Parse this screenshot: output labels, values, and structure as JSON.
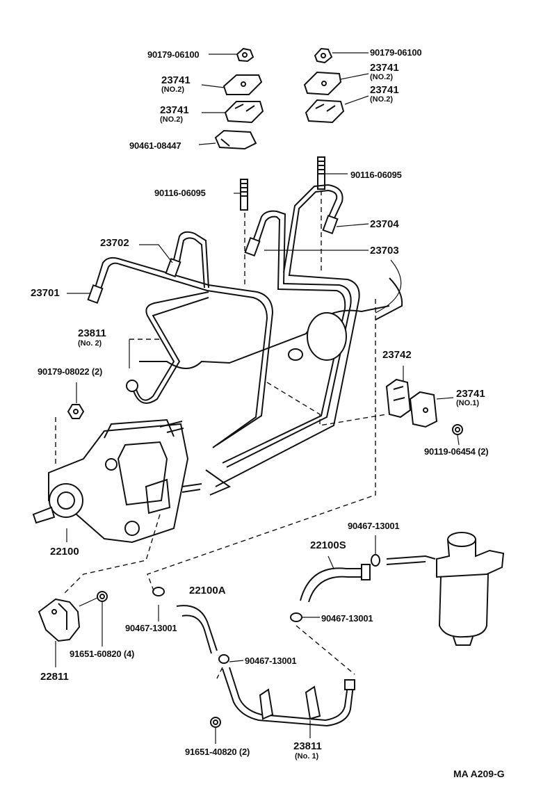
{
  "diagram": {
    "reference": "MA A209-G",
    "labels": {
      "p_90179_06100_a": "90179-06100",
      "p_90179_06100_b": "90179-06100",
      "p_23741_left_1": "23741",
      "p_23741_left_1_sub": "(NO.2)",
      "p_23741_left_2": "23741",
      "p_23741_left_2_sub": "(NO.2)",
      "p_23741_right_1": "23741",
      "p_23741_right_1_sub": "(NO.2)",
      "p_23741_right_2": "23741",
      "p_23741_right_2_sub": "(NO.2)",
      "p_90461_08447": "90461-08447",
      "p_90116_06095_a": "90116-06095",
      "p_90116_06095_b": "90116-06095",
      "p_23702": "23702",
      "p_23704": "23704",
      "p_23703": "23703",
      "p_23701": "23701",
      "p_23811_no2": "23811",
      "p_23811_no2_sub": "(No. 2)",
      "p_90179_08022": "90179-08022 (2)",
      "p_23742": "23742",
      "p_23741_no1": "23741",
      "p_23741_no1_sub": "(NO.1)",
      "p_90119_06454": "90119-06454 (2)",
      "p_90467_13001_a": "90467-13001",
      "p_22100s": "22100S",
      "p_22100": "22100",
      "p_22100a": "22100A",
      "p_90467_13001_b": "90467-13001",
      "p_90467_13001_c": "90467-13001",
      "p_90467_13001_d": "90467-13001",
      "p_91651_60820": "91651-60820 (4)",
      "p_22811": "22811",
      "p_91651_40820": "91651-40820 (2)",
      "p_23811_no1": "23811",
      "p_23811_no1_sub": "(No. 1)"
    }
  }
}
